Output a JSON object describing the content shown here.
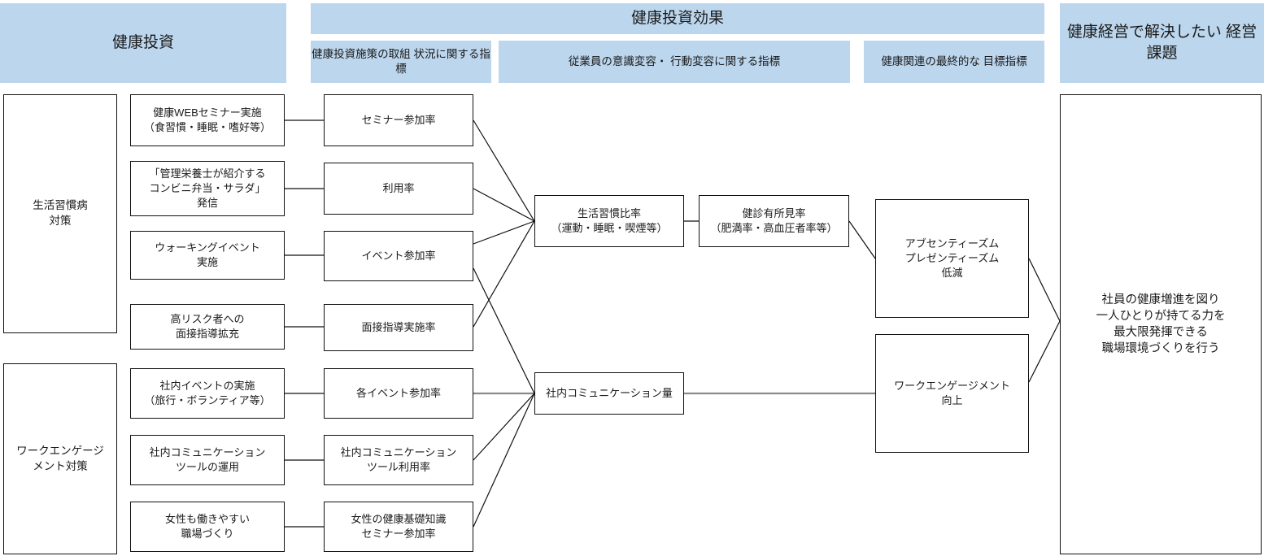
{
  "headers": {
    "investment": "健康投資",
    "effect": "健康投資効果",
    "effect_sub_1": "健康投資施策の取組\n状況に関する指標",
    "effect_sub_2": "従業員の意識変容・\n行動変容に関する指標",
    "effect_sub_3": "健康関連の最終的な\n目標指標",
    "issue": "健康経営で解決したい\n経営課題"
  },
  "categories": [
    {
      "label": "生活習慣病\n対策"
    },
    {
      "label": "ワークエンゲージ\nメント対策"
    }
  ],
  "initiatives": [
    {
      "label": "健康WEBセミナー実施\n（食習慣・睡眠・嗜好等）"
    },
    {
      "label": "「管理栄養士が紹介する\nコンビニ弁当・サラダ」\n発信"
    },
    {
      "label": "ウォーキングイベント\n実施"
    },
    {
      "label": "高リスク者への\n面接指導拡充"
    },
    {
      "label": "社内イベントの実施\n（旅行・ボランティア等）"
    },
    {
      "label": "社内コミュニケーション\nツールの運用"
    },
    {
      "label": "女性も働きやすい\n職場づくり"
    }
  ],
  "kpis": [
    {
      "label": "セミナー参加率"
    },
    {
      "label": "利用率"
    },
    {
      "label": "イベント参加率"
    },
    {
      "label": "面接指導実施率"
    },
    {
      "label": "各イベント参加率"
    },
    {
      "label": "社内コミュニケーション\nツール利用率"
    },
    {
      "label": "女性の健康基礎知識\nセミナー参加率"
    }
  ],
  "outcomes": [
    {
      "label": "生活習慣比率\n（運動・睡眠・喫煙等）"
    },
    {
      "label": "健診有所見率\n（肥満率・高血圧者率等）"
    },
    {
      "label": "社内コミュニケーション量"
    }
  ],
  "targets": [
    {
      "label": "アブセンティーズム\nプレゼンティーズム\n低減"
    },
    {
      "label": "ワークエンゲージメント\n向上"
    }
  ],
  "goal": {
    "label": "社員の健康増進を図り\n一人ひとりが持てる力を\n最大限発揮できる\n職場環境づくりを行う"
  },
  "colors": {
    "header_band": "#bcd6ed",
    "box_border": "#111111",
    "connector": "#111111",
    "connector_thick": "#8a8a8a",
    "background": "#ffffff"
  }
}
